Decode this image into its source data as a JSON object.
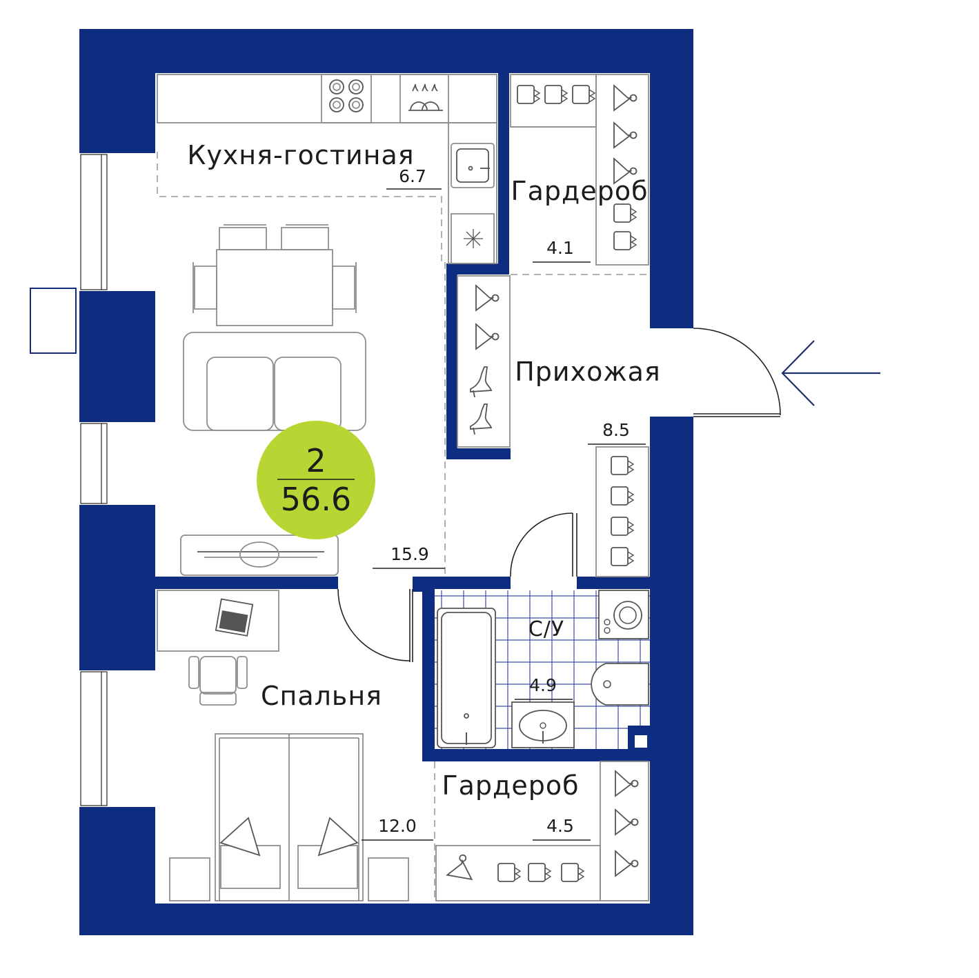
{
  "colors": {
    "wall": "#0f2d80",
    "badge": "#b7d634",
    "arrow": "#1c2e6c",
    "furniture": "#8d8d8d"
  },
  "badge": {
    "rooms": "2",
    "total_area": "56.6"
  },
  "rooms": {
    "kitchen_label": "Кухня-гостиная",
    "kitchen_area": "6.7",
    "living_area": "15.9",
    "wardrobe_top_label": "Гардероб",
    "wardrobe_top_area": "4.1",
    "hallway_label": "Прихожая",
    "hallway_area": "8.5",
    "bathroom_label": "С/У",
    "bathroom_area": "4.9",
    "bedroom_label": "Спальня",
    "bedroom_area": "12.0",
    "wardrobe_bottom_label": "Гардероб",
    "wardrobe_bottom_area": "4.5"
  },
  "icons": {
    "entrance": "arrow-left-icon",
    "hanger": "hanger-icon",
    "shoe": "high-heel-icon",
    "folded_clothes": "folded-clothes-icon"
  }
}
